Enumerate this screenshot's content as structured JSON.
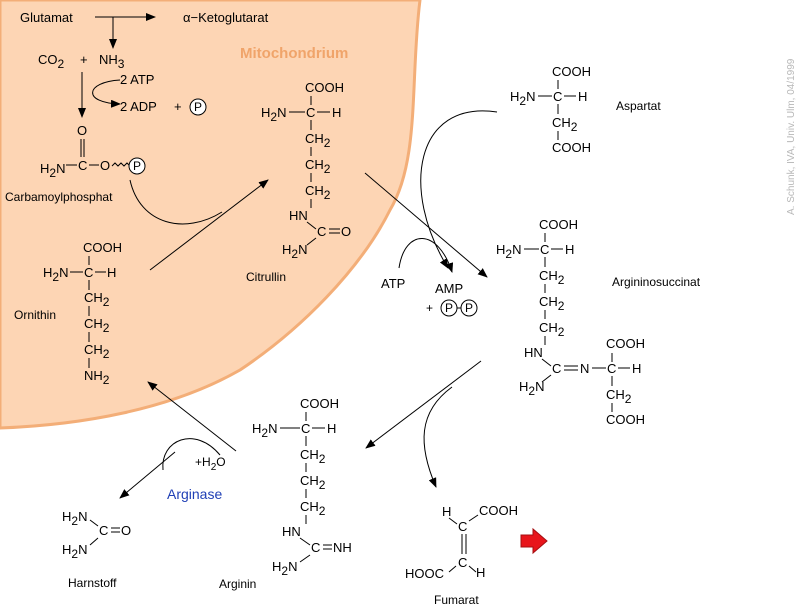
{
  "diagram": {
    "compartment_label": "Mitochondrium",
    "credit": "A. Schunk, IVA, Univ. Ulm, 04/1999",
    "enzyme": "Arginase",
    "reactants": {
      "glutamat": "Glutamat",
      "ketoglutarat": "α−Ketoglutarat",
      "co2": "CO",
      "co2_sub": "2",
      "plus": "+",
      "nh3": "NH",
      "nh3_sub": "3",
      "atp_in": "2 ATP",
      "adp_out": "2 ADP",
      "phosphate": "P",
      "atp": "ATP",
      "amp": "AMP",
      "water_plus": "+H",
      "water_sub": "2",
      "water_o": "O"
    },
    "compounds": {
      "carbamoylphosphat": "Carbamoylphosphat",
      "ornithin": "Ornithin",
      "citrullin": "Citrullin",
      "aspartat": "Aspartat",
      "argininosuccinat": "Argininosuccinat",
      "arginin": "Arginin",
      "harnstoff": "Harnstoff",
      "fumarat": "Fumarat"
    },
    "groups": {
      "cooh": "COOH",
      "hooc": "HOOC",
      "h": "H",
      "c": "C",
      "o": "O",
      "n": "N",
      "hn": "HN",
      "nh": "NH",
      "ch": "CH",
      "h2n": "H",
      "sub2": "2",
      "n_part": "N",
      "nh2": "NH"
    },
    "colors": {
      "mitochondrion_fill": "#fdd5b4",
      "mitochondrion_label": "#f0a46a",
      "enzyme_label": "#1f3fb5",
      "next_arrow": "#e8151b"
    },
    "icons": [
      "next-arrow-icon"
    ]
  }
}
